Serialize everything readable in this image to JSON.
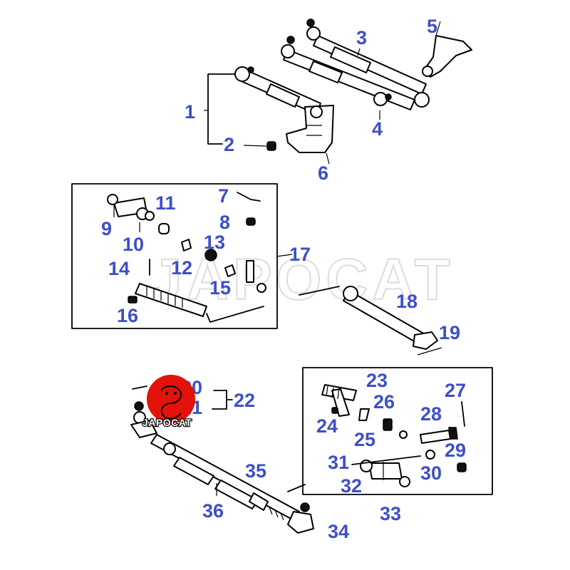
{
  "watermark": {
    "text": "JAPOCAT"
  },
  "logo": {
    "text": "JAPOCAT",
    "color": "#e3120b"
  },
  "colors": {
    "label": "#3d4fc8",
    "line": "#000000"
  },
  "part_numbers": [
    "1",
    "2",
    "3",
    "4",
    "5",
    "6",
    "7",
    "8",
    "9",
    "10",
    "11",
    "12",
    "13",
    "14",
    "15",
    "16",
    "17",
    "18",
    "19",
    "20",
    "21",
    "22",
    "23",
    "24",
    "25",
    "26",
    "27",
    "28",
    "29",
    "30",
    "31",
    "32",
    "33",
    "34",
    "35",
    "36"
  ]
}
